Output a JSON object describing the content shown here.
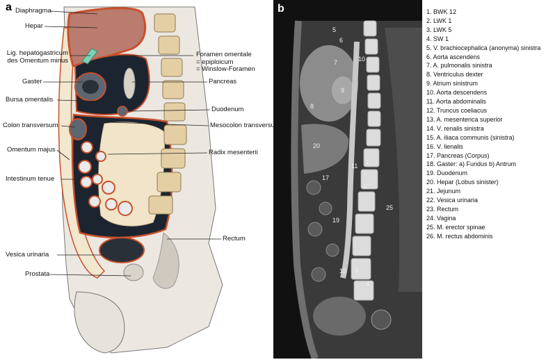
{
  "panel_a": {
    "letter": "a",
    "labels": {
      "diaphragma": "Diaphragma",
      "hepar": "Hepar",
      "lig_line1": "Lig. hepatogastricum",
      "lig_line2": "des Omentum minus",
      "foramen_line1": "Foramen omentale",
      "foramen_line2": "= epiploicum",
      "foramen_line3": "= Winslow-Foramen",
      "gaster": "Gaster",
      "pancreas": "Pancreas",
      "bursa": "Bursa omentalis",
      "duodenum": "Duodenum",
      "colon": "Colon transversum",
      "mesocolon": "Mesocolon transversum",
      "omentum": "Omentum majus",
      "radix": "Radix mesenterii",
      "intestinum": "Intestinum tenue",
      "rectum": "Rectum",
      "vesica": "Vesica urinaria",
      "prostata": "Prostata"
    }
  },
  "panel_b": {
    "letter": "b",
    "image_numbers": [
      "5",
      "6",
      "10",
      "7",
      "9",
      "8",
      "20",
      "11",
      "1",
      "2",
      "17",
      "19",
      "25",
      "15",
      "3",
      "4"
    ]
  },
  "legend": [
    "1. BWK 12",
    "2. LWK 1",
    "3. LWK 5",
    "4. SW 1",
    "5. V. brachiocephalica (anonyma) sinistra",
    "6. Aorta ascendens",
    "7. A. pulmonalis sinistra",
    "8. Ventriculus dexter",
    "9. Atrium sinistrum",
    "10. Aorta descendens",
    "11. Aorta abdominalis",
    "12. Truncus coeliacus",
    "13. A. mesenterica superior",
    "14. V. renalis sinistra",
    "15. A. iliaca communis (sinistra)",
    "16. V. lienalis",
    "17. Pancreas (Corpus)",
    "18. Gaster: a) Fundus b) Antrum",
    "19. Duodenum",
    "20. Hepar (Lobus sinister)",
    "21. Jejunum",
    "22. Vesica urinaria",
    "23. Rectum",
    "24. Vagina",
    "25. M. erector spinae",
    "26. M. rectus abdominis"
  ],
  "colors": {
    "peritoneum_red": "#c8502c",
    "liver": "#b97c6f",
    "bursa_cavity": "#1c2430",
    "skin": "#e9e5df",
    "vertebra": "#e4cfa4",
    "ct_background": "#111111"
  }
}
